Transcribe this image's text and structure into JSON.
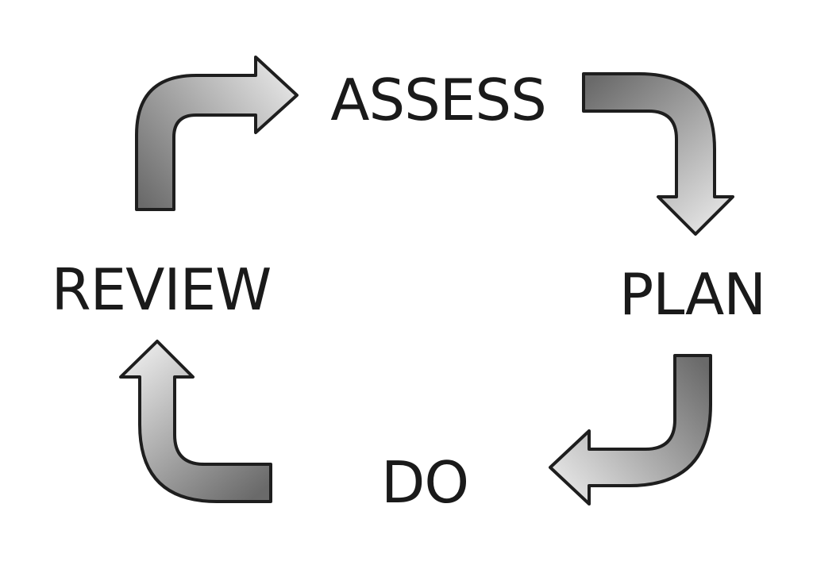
{
  "diagram": {
    "type": "cycle",
    "stages": [
      {
        "id": "assess",
        "label": "ASSESS"
      },
      {
        "id": "plan",
        "label": "PLAN"
      },
      {
        "id": "do",
        "label": "DO"
      },
      {
        "id": "review",
        "label": "REVIEW"
      }
    ],
    "arrows": [
      {
        "from": "review",
        "to": "assess"
      },
      {
        "from": "assess",
        "to": "plan"
      },
      {
        "from": "plan",
        "to": "do"
      },
      {
        "from": "do",
        "to": "review"
      }
    ],
    "colors": {
      "arrow_light": "#e3e3e3",
      "arrow_dark": "#6a6a6a",
      "arrow_outline": "#1e1e1e",
      "text": "#1a1a1a",
      "background": "#ffffff"
    }
  }
}
